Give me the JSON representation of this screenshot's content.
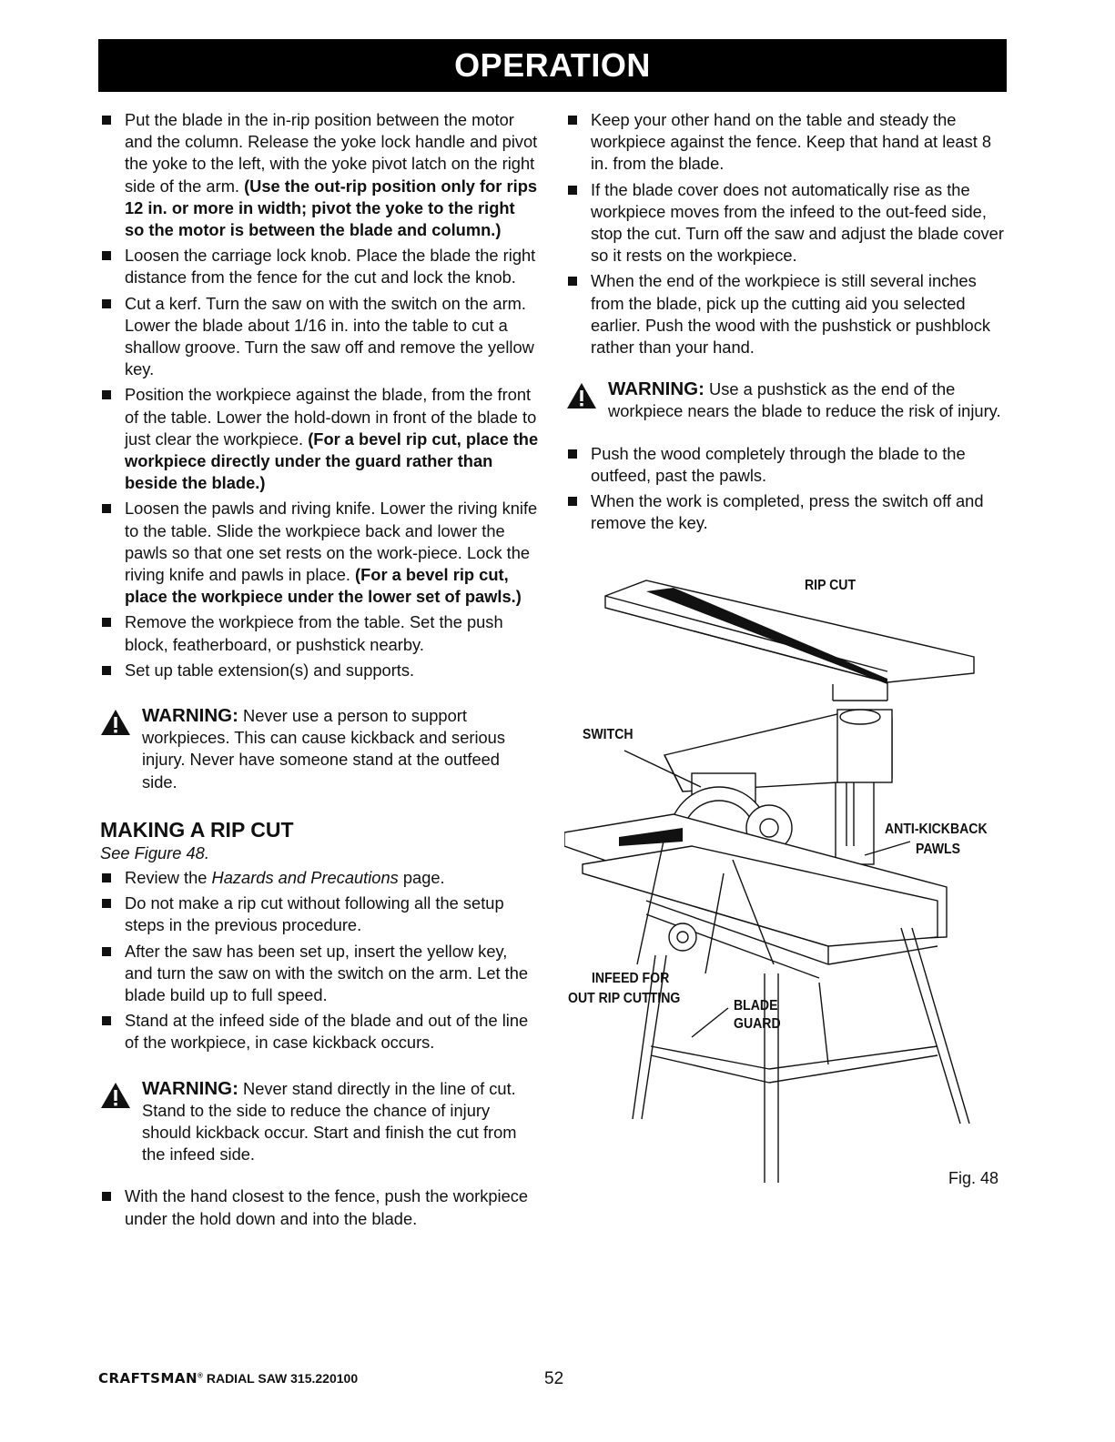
{
  "header": {
    "title": "OPERATION"
  },
  "left": {
    "items1": [
      {
        "text": "Put the blade in the in-rip position between the motor and the column. Release the yoke lock handle and pivot the yoke to the left, with the yoke pivot latch on the right side of the arm. ",
        "bold": "(Use the out-rip position only for rips 12 in. or more in width; pivot the yoke to the right so the motor is between the blade and column.)"
      },
      {
        "text": "Loosen the carriage lock knob. Place the blade the right distance from the fence for the cut and lock the knob."
      },
      {
        "text": "Cut a kerf. Turn the saw on with the switch on the arm. Lower the blade about 1/16 in. into the table to cut a shallow groove. Turn the saw off and remove the yellow key."
      },
      {
        "text": "Position the workpiece against the blade, from the front of the table. Lower the hold-down in front of the blade to just clear the workpiece. ",
        "bold": "(For a bevel rip cut, place the workpiece directly under the guard rather than beside the blade.)"
      },
      {
        "text": "Loosen the pawls and riving knife. Lower the riving knife to the table. Slide the workpiece back and lower the pawls so that one set rests on the work-piece. Lock the riving knife and pawls in place. ",
        "bold": "(For a bevel rip cut, place the workpiece under the lower set of pawls.)"
      },
      {
        "text": "Remove the workpiece from the table. Set the push block, featherboard, or pushstick nearby."
      },
      {
        "text": "Set up table extension(s) and supports."
      }
    ],
    "warning1": {
      "label": "WARNING:",
      "text": " Never use a person to support workpieces. This can cause kickback and serious injury. Never have someone stand at the outfeed side."
    },
    "section_title": "MAKING A RIP CUT",
    "see_figure": "See Figure 48.",
    "review_pre": "Review the ",
    "review_italic": "Hazards and Precautions",
    "review_post": " page.",
    "items2": [
      {
        "text": "Do not make a rip cut without following all the setup steps in the previous procedure."
      },
      {
        "text": "After the saw has been set up, insert the yellow key, and turn the saw on with the switch on the arm. Let the blade build up to full speed."
      },
      {
        "text": "Stand at the infeed side of the blade and out of the line of the workpiece, in case kickback occurs."
      }
    ],
    "warning2": {
      "label": "WARNING:",
      "text": " Never stand directly in the line of cut. Stand to the side to reduce the chance of injury should kickback occur. Start and finish the cut from the infeed side."
    },
    "items3": [
      {
        "text": "With the hand closest to the fence, push the workpiece under the hold down and into the blade."
      }
    ]
  },
  "right": {
    "items1": [
      {
        "text": "Keep your other hand on the table and steady the workpiece against the fence. Keep that hand at least 8 in. from the blade."
      },
      {
        "text": "If the blade cover does not automatically rise as the workpiece moves from the infeed to the out-feed side, stop the cut. Turn off the saw and adjust the blade cover so it rests on the workpiece."
      },
      {
        "text": "When the end of the workpiece is still several inches from the blade, pick up the cutting aid you selected earlier. Push the wood with the pushstick or pushblock rather than your hand."
      }
    ],
    "warning": {
      "label": "WARNING:",
      "text": " Use a pushstick as the end of the workpiece nears the blade to reduce the risk of injury."
    },
    "items2": [
      {
        "text": "Push the wood completely through the blade to the outfeed, past the pawls."
      },
      {
        "text": "When the work is completed, press the switch off and remove the key."
      }
    ]
  },
  "figure": {
    "labels": {
      "rip_cut": "RIP CUT",
      "switch": "SWITCH",
      "anti_kickback_1": "ANTI-KICKBACK",
      "anti_kickback_2": "PAWLS",
      "infeed_1": "INFEED FOR",
      "infeed_2": "OUT RIP CUTTING",
      "blade_1": "BLADE",
      "blade_2": "GUARD"
    },
    "number": "Fig. 48"
  },
  "footer": {
    "brand": "CRAFTSMAN",
    "reg": "®",
    "model": " RADIAL SAW 315.220100",
    "page": "52"
  }
}
